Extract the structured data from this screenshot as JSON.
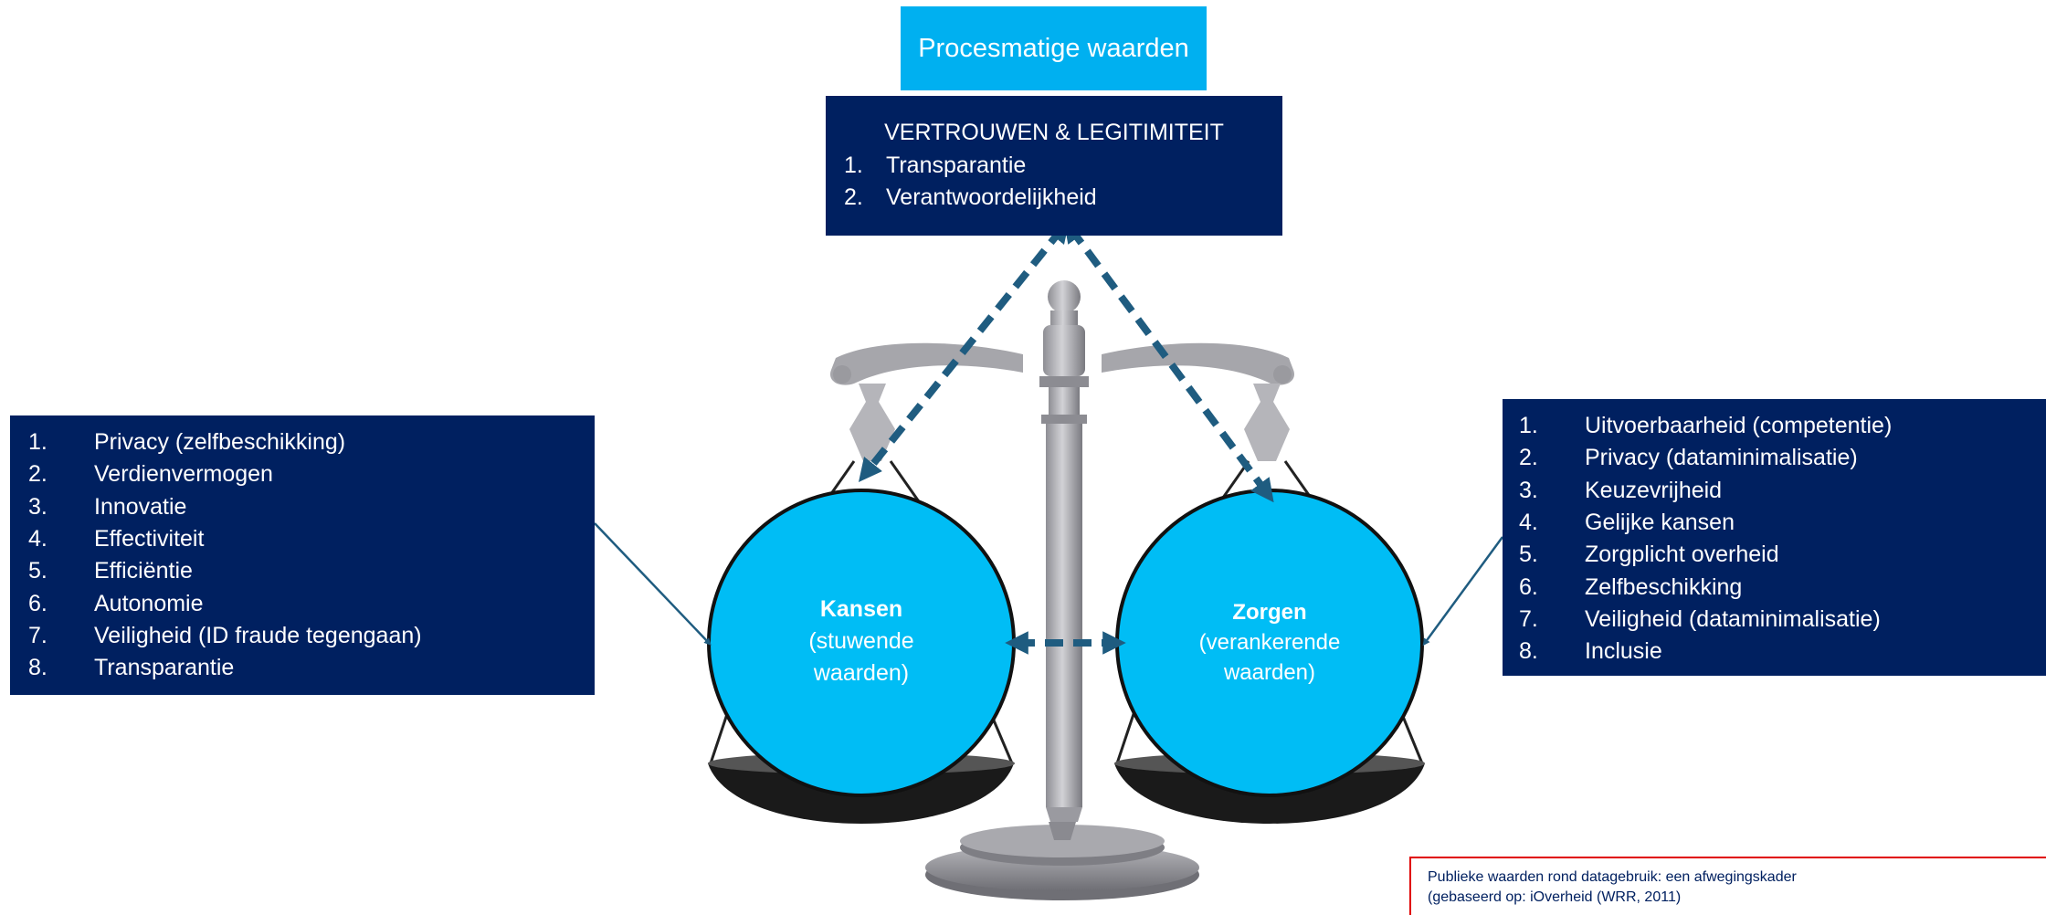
{
  "top_box": {
    "title": "Procesmatige waarden"
  },
  "trust_box": {
    "heading": "VERTROUWEN & LEGITIMITEIT",
    "items": [
      {
        "num": "1.",
        "label": "Transparantie"
      },
      {
        "num": "2.",
        "label": "Verantwoordelijkheid"
      }
    ]
  },
  "left_box": {
    "items": [
      {
        "num": "1.",
        "label": "Privacy (zelfbeschikking)"
      },
      {
        "num": "2.",
        "label": "Verdienvermogen"
      },
      {
        "num": "3.",
        "label": "Innovatie"
      },
      {
        "num": "4.",
        "label": "Effectiviteit"
      },
      {
        "num": "5.",
        "label": "Efficiëntie"
      },
      {
        "num": "6.",
        "label": "Autonomie"
      },
      {
        "num": "7.",
        "label": "Veiligheid (ID fraude tegengaan)"
      },
      {
        "num": "8.",
        "label": "Transparantie"
      }
    ]
  },
  "right_box": {
    "items": [
      {
        "num": "1.",
        "label": "Uitvoerbaarheid (competentie)"
      },
      {
        "num": "2.",
        "label": "Privacy (dataminimalisatie)"
      },
      {
        "num": "3.",
        "label": "Keuzevrijheid"
      },
      {
        "num": "4.",
        "label": "Gelijke kansen"
      },
      {
        "num": "5.",
        "label": "Zorgplicht overheid"
      },
      {
        "num": "6.",
        "label": "Zelfbeschikking"
      },
      {
        "num": "7.",
        "label": "Veiligheid (dataminimalisatie)"
      },
      {
        "num": "8.",
        "label": "Inclusie"
      }
    ]
  },
  "left_circle": {
    "title": "Kansen",
    "line1": "(stuwende",
    "line2": "waarden)"
  },
  "right_circle": {
    "title": "Zorgen",
    "line1": "(verankerende",
    "line2": "waarden)"
  },
  "footnote": {
    "line1": "Publieke waarden rond datagebruik: een afwegingskader",
    "line2": "(gebaseerd op: iOverheid (WRR, 2011)"
  },
  "colors": {
    "navy": "#002060",
    "cyan": "#00b0f0",
    "arrow": "#1f5c80",
    "red": "#e00000"
  }
}
